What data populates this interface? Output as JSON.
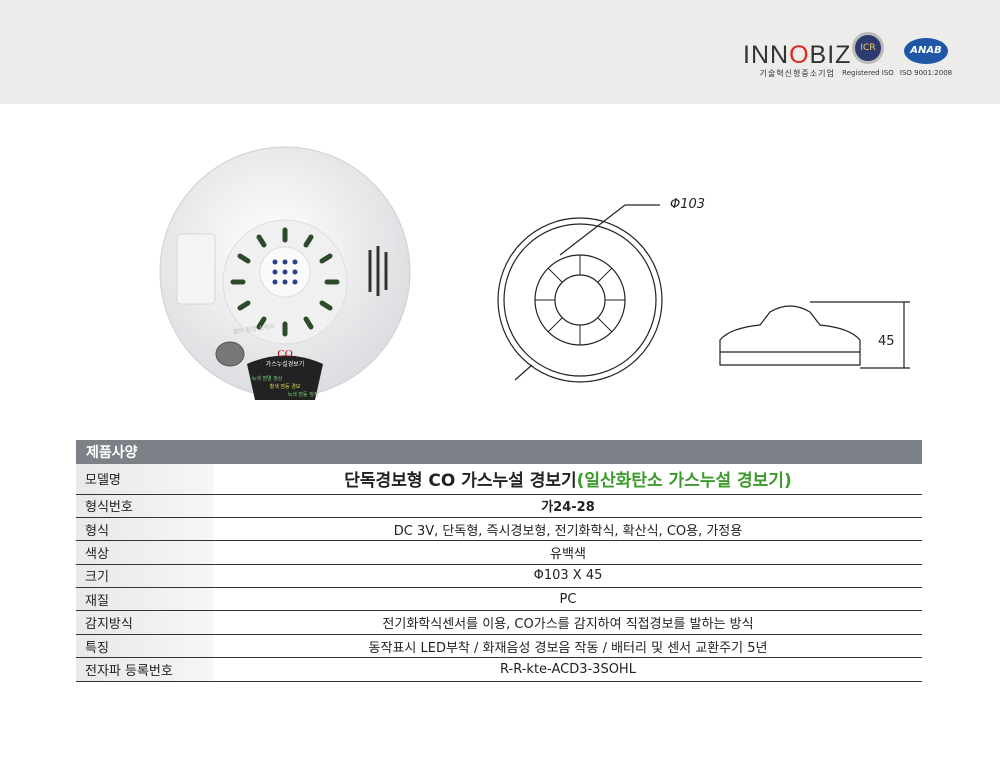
{
  "header": {
    "innobiz_logo": "INNOBIZ",
    "innobiz_sub": "기술혁신형중소기업",
    "icr_seal": "ICR",
    "icr_caption": "Registered ISO",
    "anab_logo": "ANAB",
    "anab_caption": "ISO 9001:2008"
  },
  "product": {
    "label_co": "CO",
    "label_title": "가스누설경보기",
    "led_labels": [
      "녹색 점멸 정상",
      "황색 점등 경보",
      "녹색 점등 정지"
    ],
    "switch_label": "경지 점검 스위치"
  },
  "dimensions": {
    "diameter": "Φ103",
    "height": "45"
  },
  "spec_table": {
    "title": "제품사양",
    "model": {
      "label": "모델명",
      "value_main": "단독경보형 CO 가스누설 경보기",
      "value_sub": "(일산화탄소 가스누설 경보기)"
    },
    "rows": [
      {
        "label": "형식번호",
        "value": "가24-28"
      },
      {
        "label": "형식",
        "value": "DC 3V, 단독형, 즉시경보형, 전기화학식, 확산식, CO용, 가정용"
      },
      {
        "label": "색상",
        "value": "유백색"
      },
      {
        "label": "크기",
        "value": "Φ103 X 45"
      },
      {
        "label": "재질",
        "value": "PC"
      },
      {
        "label": "감지방식",
        "value": "전기화학식센서를 이용, CO가스를 감지하여 직접경보를 발하는 방식"
      },
      {
        "label": "특징",
        "value": "동작표시 LED부착 / 화재음성 경보음 작동 / 배터리 및 센서 교환주기 5년"
      },
      {
        "label": "전자파 등록번호",
        "value": "R-R-kte-ACD3-3SOHL"
      }
    ]
  },
  "colors": {
    "header_bg": "#7b8186",
    "accent_green": "#3d9a2c",
    "band": "#ececea"
  }
}
